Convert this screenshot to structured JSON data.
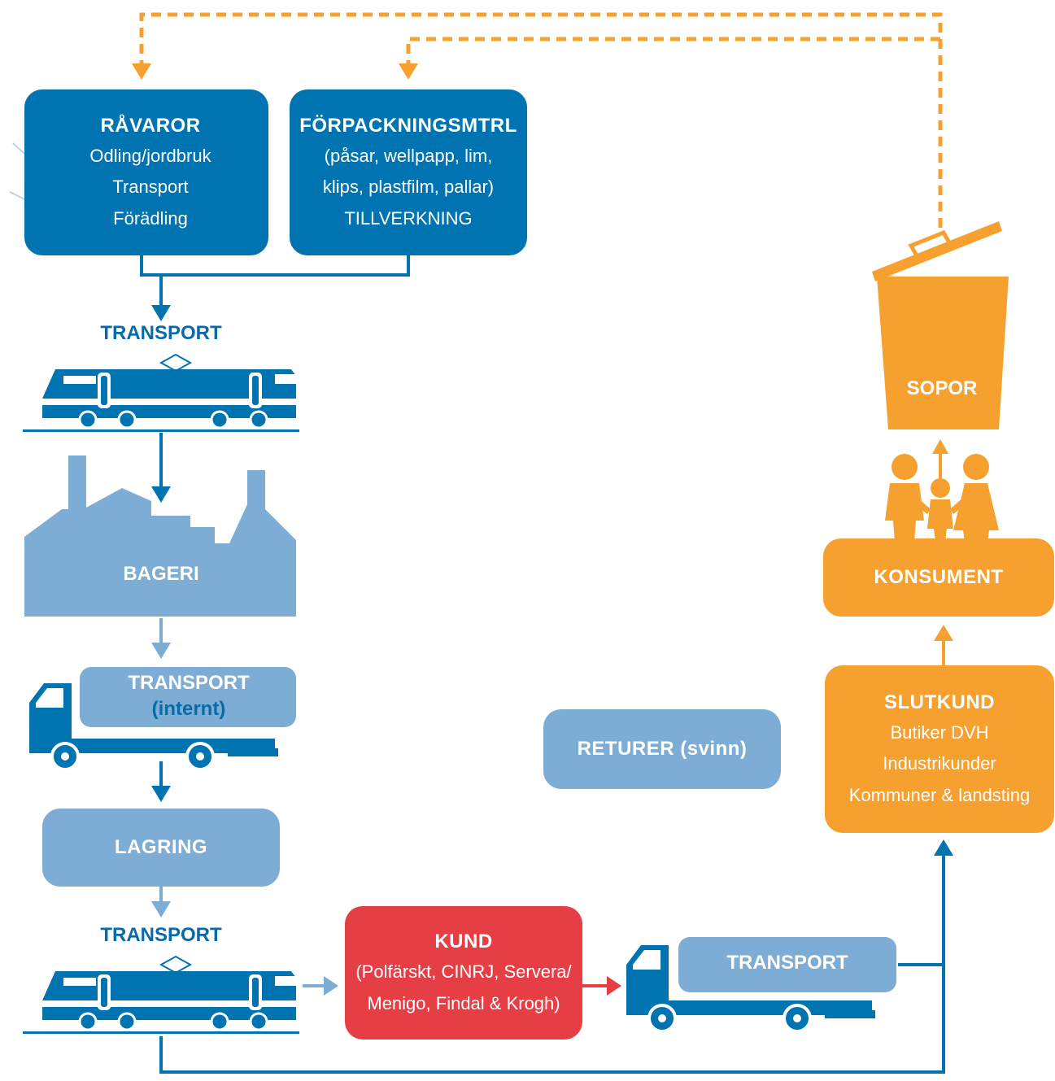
{
  "boxes": {
    "ravaror": {
      "title": "RÅVAROR",
      "lines": [
        "Odling/jordbruk",
        "Transport",
        "Förädling"
      ]
    },
    "forpackning": {
      "title": "FÖRPACKNINGSMTRL",
      "lines": [
        "(påsar, wellpapp, lim,",
        "klips, plastfilm, pallar)",
        "TILLVERKNING"
      ]
    },
    "lagring": {
      "title": "LAGRING"
    },
    "kund": {
      "title": "KUND",
      "lines": [
        "(Polfärskt, CINRJ, Servera/",
        "Menigo, Findal & Krogh)"
      ]
    },
    "returer": {
      "title": "RETURER (svinn)"
    },
    "slutkund": {
      "title": "SLUTKUND",
      "lines": [
        "Butiker DVH",
        "Industrikunder",
        "Kommuner & landsting"
      ]
    },
    "konsument": {
      "title": "KONSUMENT"
    }
  },
  "labels": {
    "transport_train_1": "TRANSPORT",
    "bageri": "BAGERI",
    "transport_truck_internal": "TRANSPORT",
    "transport_internal_sub": "(internt)",
    "transport_train_2": "TRANSPORT",
    "transport_truck_2": "TRANSPORT",
    "sopor": "SOPOR"
  },
  "colors": {
    "dark_blue": "#0073b1",
    "light_blue": "#7dadd4",
    "orange": "#f5a02f",
    "red": "#e63e45"
  },
  "icons": [
    "wheat-icon",
    "train-icon",
    "factory-icon",
    "truck-icon",
    "trash-can-icon",
    "family-icon"
  ]
}
